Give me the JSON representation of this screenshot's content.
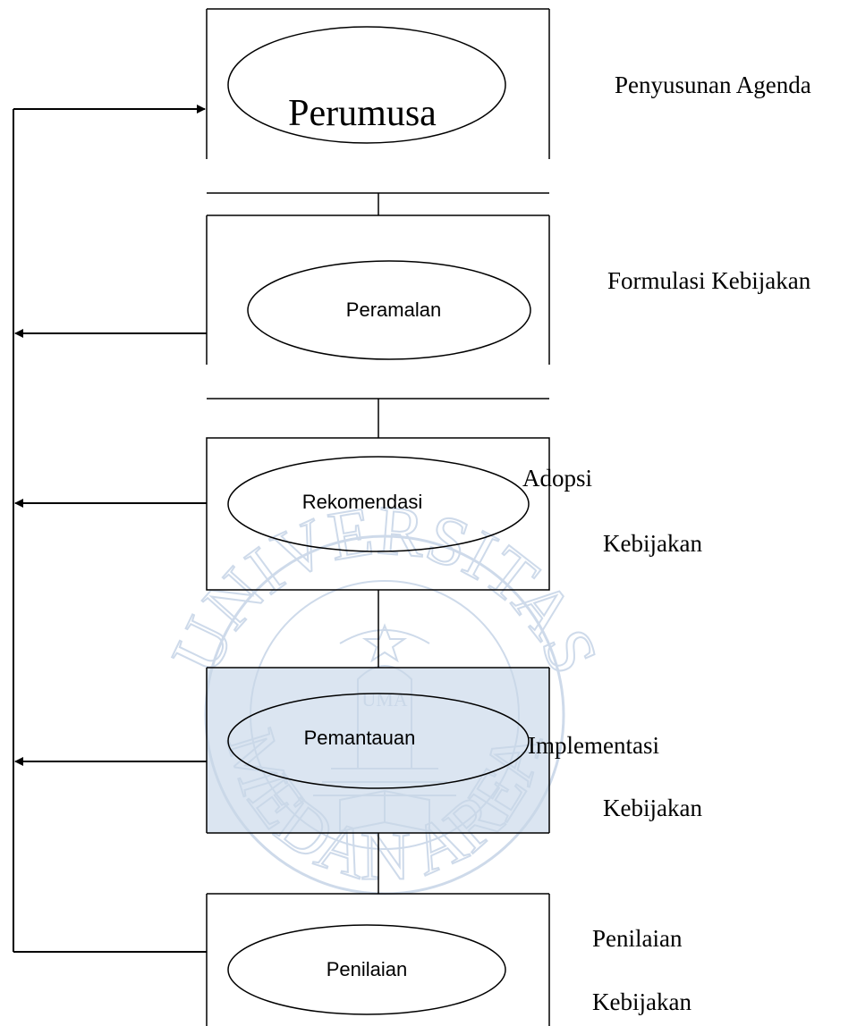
{
  "processes": [
    {
      "label": "Perumusa"
    },
    {
      "label": "Peramalan"
    },
    {
      "label": "Rekomendasi"
    },
    {
      "label": "Pemantauan"
    },
    {
      "label": "Penilaian"
    }
  ],
  "stages": [
    {
      "lines": [
        "Penyusunan Agenda"
      ]
    },
    {
      "lines": [
        "Formulasi Kebijakan"
      ]
    },
    {
      "lines": [
        "Adopsi",
        "Kebijakan"
      ]
    },
    {
      "lines": [
        "Implementasi",
        "Kebijakan"
      ]
    },
    {
      "lines": [
        "Penilaian",
        "Kebijakan"
      ]
    }
  ],
  "watermark": {
    "top_text": "UNIVERSITAS",
    "bottom_text": "MEDAN AREA",
    "emblem_text": "UMA",
    "color": "#c9d7e8"
  },
  "colors": {
    "line": "#000000",
    "highlight_fill": "#d9e3f0"
  }
}
